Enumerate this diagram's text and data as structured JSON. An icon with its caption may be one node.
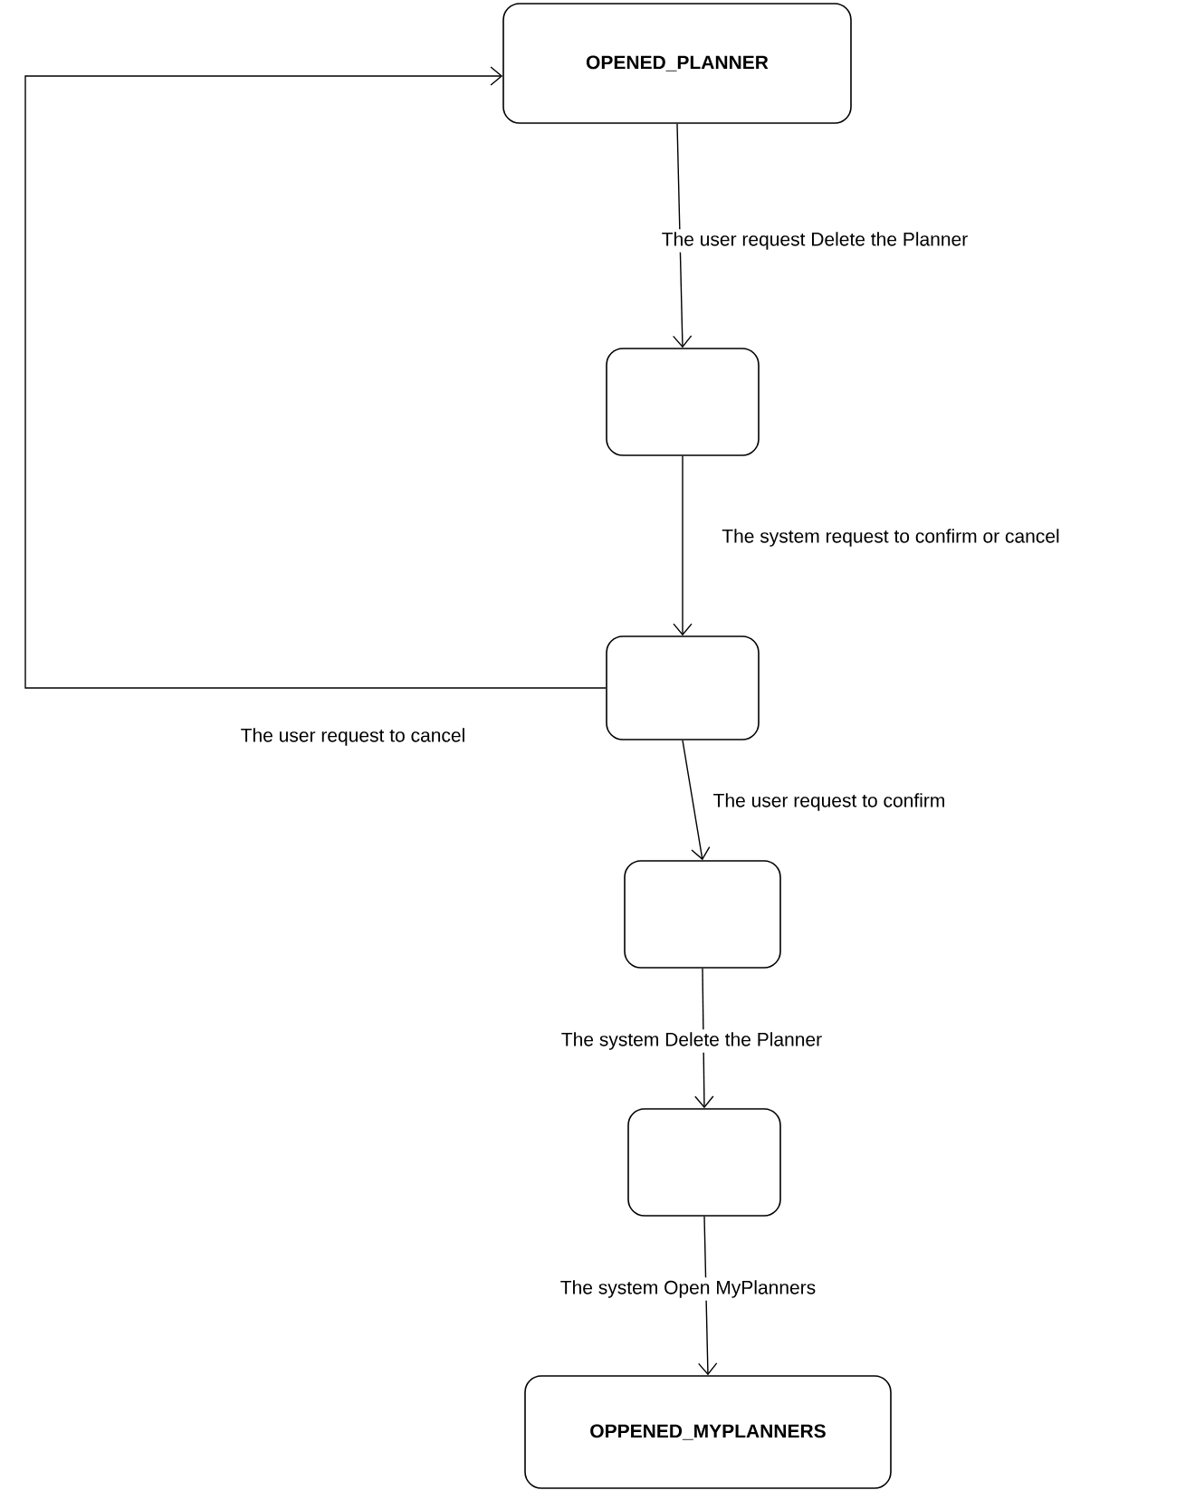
{
  "diagram": {
    "nodes": [
      {
        "text": [
          "OPENED_PLANNER"
        ]
      },
      {
        "text": [],
        "shape": "box"
      },
      {
        "text": [],
        "shape": "box"
      },
      {
        "text": [],
        "shape": "box"
      },
      {
        "text": [],
        "shape": "box"
      },
      {
        "text": [
          "OPPENED_MYPLANNERS"
        ]
      }
    ],
    "edges": [
      {
        "from": 0,
        "to": 1,
        "arrow": "to",
        "label": "The user request Delete the Planner"
      },
      {
        "from": 1,
        "to": 2,
        "arrow": "to",
        "label": "The system request to confirm or cancel"
      },
      {
        "from": 2,
        "to": 0,
        "arrow": "to",
        "label": "The user request to cancel"
      },
      {
        "from": 2,
        "to": 3,
        "arrow": "to",
        "label": "The user request to confirm"
      },
      {
        "from": 3,
        "to": 4,
        "arrow": "to",
        "label": "The system Delete the Planner"
      },
      {
        "from": 4,
        "to": 5,
        "arrow": "to",
        "label": "The system Open MyPlanners"
      }
    ]
  }
}
